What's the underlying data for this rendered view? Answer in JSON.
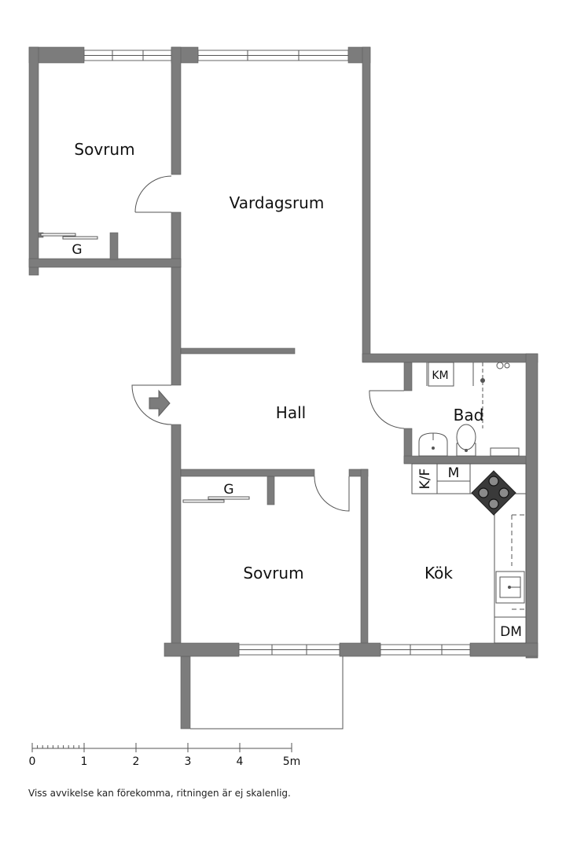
{
  "rooms": {
    "bedroom_top": "Sovrum",
    "living": "Vardagsrum",
    "hall": "Hall",
    "bath": "Bad",
    "bedroom_bottom": "Sovrum",
    "kitchen": "Kök"
  },
  "fixtures": {
    "wardrobe_top": "G",
    "wardrobe_bottom": "G",
    "washing_machine": "KM",
    "fridge_freezer": "K/F",
    "microwave": "M",
    "dishwasher": "DM"
  },
  "scale": {
    "labels": [
      "0",
      "1",
      "2",
      "3",
      "4",
      "5m"
    ]
  },
  "note": "Viss avvikelse kan förekomma, ritningen är ej skalenlig."
}
